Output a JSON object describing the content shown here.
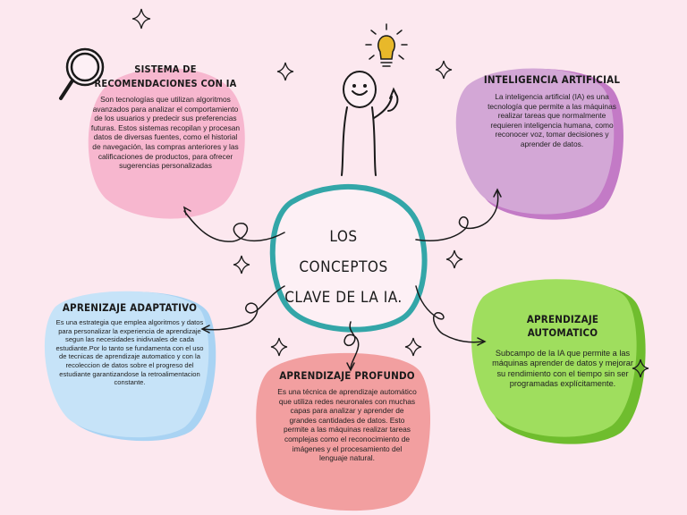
{
  "central_topic": {
    "line1": "LOS CONCEPTOS",
    "line2": "CLAVE DE LA IA."
  },
  "nodes": {
    "sistema_recomendaciones": {
      "title_line1": "SISTEMA DE",
      "title_line2": "RECOMENDACIONES CON IA",
      "body": "Son tecnologías que utilizan algoritmos avanzados para analizar el comportamiento de los usuarios y predecir sus preferencias futuras. Estos sistemas recopilan y procesan datos de diversas fuentes, como el historial de navegación, las compras anteriores y las calificaciones de productos, para ofrecer sugerencias personalizadas",
      "color": "#f7b7cf"
    },
    "inteligencia_artificial": {
      "title": "INTELIGENCIA ARTIFICIAL",
      "body": "La inteligencia artificial (IA) es una tecnología que permite a las máquinas realizar tareas que normalmente requieren inteligencia humana, como reconocer voz, tomar decisiones y aprender de datos.",
      "color": "#d3a7d6",
      "shadow": "#c37ac6"
    },
    "aprendizaje_adaptativo": {
      "title": "APRENIZAJE ADAPTATIVO",
      "body": "Es una estrategia que emplea algoritmos y datos para personalizar la experiencia de aprendizaje segun las necesidades inidivuales de cada estudiante.Por lo tanto se fundamenta con el uso de tecnicas de aprendizaje automatico y con la recoleccion de datos sobre el progreso del estudiante garantizandose la retroalimentacion constante.",
      "color": "#c6e3f8",
      "shadow": "#a9d3f3"
    },
    "aprendizaje_profundo": {
      "title": "APRENDIZAJE PROFUNDO",
      "body": "Es una técnica de aprendizaje automático que utiliza redes neuronales con muchas capas para analizar y aprender de grandes cantidades de datos. Esto permite a las máquinas realizar tareas complejas como el reconocimiento de imágenes y el procesamiento del lenguaje natural.",
      "color": "#f29fa0"
    },
    "aprendizaje_automatico": {
      "title": "APRENDIZAJE AUTOMATICO",
      "body": "Subcampo de la IA que permite a las máquinas aprender de datos y mejorar su rendimiento con el tiempo sin ser programadas explícitamente.",
      "color": "#9fde5e",
      "shadow": "#6fbd2e"
    }
  },
  "colors": {
    "background": "#fce8ef",
    "center_ring": "#33a6a8",
    "ink": "#1a1a1a",
    "bulb": "#e8b82a"
  },
  "icons": [
    "magnifier-icon",
    "lightbulb-icon",
    "thinking-person-icon",
    "sparkle-icon"
  ]
}
